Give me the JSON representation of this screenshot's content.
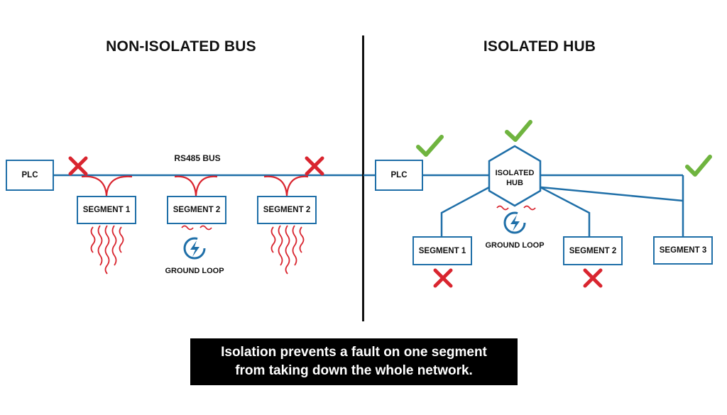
{
  "left_panel": {
    "title": "NON-ISOLATED BUS",
    "plc_label": "PLC",
    "bus_label": "RS485 BUS",
    "segments": [
      "SEGMENT 1",
      "SEGMENT 2",
      "SEGMENT 2"
    ],
    "ground_loop_label": "GROUND LOOP"
  },
  "right_panel": {
    "title": "ISOLATED HUB",
    "plc_label": "PLC",
    "hub_label_line1": "ISOLATED",
    "hub_label_line2": "HUB",
    "segments": [
      "SEGMENT 1",
      "SEGMENT 2",
      "SEGMENT 3"
    ],
    "ground_loop_label": "GROUND LOOP"
  },
  "caption": {
    "line1": "Isolation prevents a fault on one segment",
    "line2": "from taking down the whole network."
  },
  "colors": {
    "wire": "#1f6fa8",
    "fault": "#d9252f",
    "ok": "#6fb43f",
    "text": "#111111"
  },
  "icons": [
    "x-icon",
    "checkmark-icon",
    "lightning-loop-icon",
    "wavy-line-icon"
  ]
}
